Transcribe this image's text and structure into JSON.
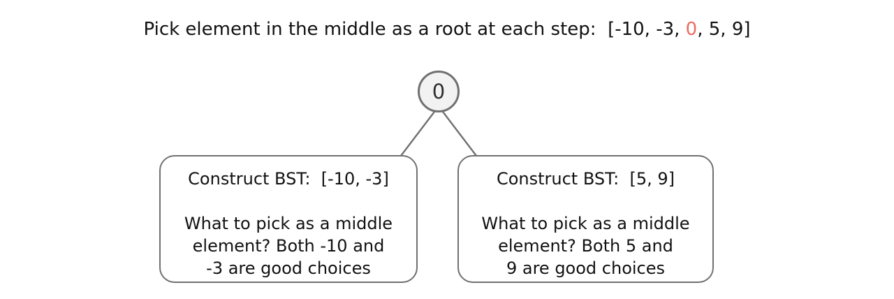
{
  "title": {
    "prefix": "Pick element in the middle as a root at each step:  [-10, -3, ",
    "highlight": "0",
    "suffix": ", 5, 9]"
  },
  "tree": {
    "root_label": "0"
  },
  "boxes": [
    {
      "title": "Construct BST:  [-10, -3]",
      "body_lines": [
        "What to pick as a middle",
        "element? Both -10 and",
        "-3 are good choices"
      ]
    },
    {
      "title": "Construct BST:  [5, 9]",
      "body_lines": [
        "What to pick as a middle",
        "element? Both 5 and",
        "9 are good choices"
      ]
    }
  ],
  "colors": {
    "highlight": "#ee6a5f",
    "stroke": "#707070",
    "node_fill": "#f2f2f2",
    "text": "#111111",
    "background": "#ffffff"
  }
}
